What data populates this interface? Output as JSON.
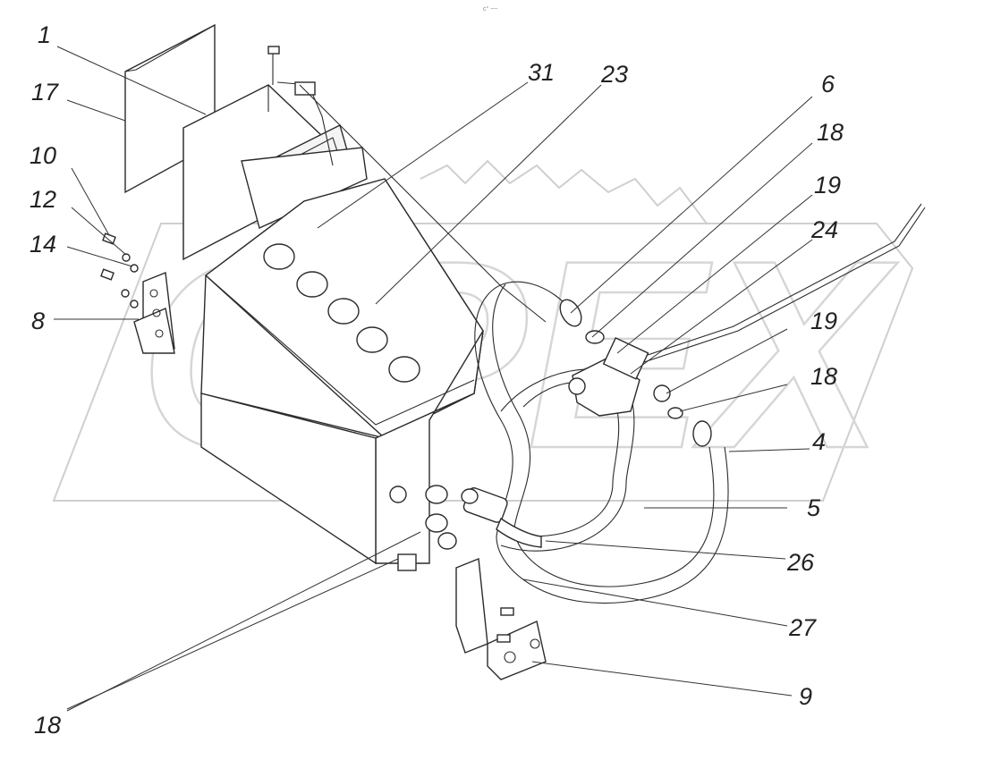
{
  "header_mark": "с° ~~",
  "watermark": {
    "text": "OPEX",
    "color": "#d6d6d6"
  },
  "callouts": [
    {
      "id": "c1",
      "label": "1"
    },
    {
      "id": "c17",
      "label": "17"
    },
    {
      "id": "c10",
      "label": "10"
    },
    {
      "id": "c12",
      "label": "12"
    },
    {
      "id": "c14",
      "label": "14"
    },
    {
      "id": "c8",
      "label": "8"
    },
    {
      "id": "c31",
      "label": "31"
    },
    {
      "id": "c23",
      "label": "23"
    },
    {
      "id": "c6",
      "label": "6"
    },
    {
      "id": "c18a",
      "label": "18"
    },
    {
      "id": "c19a",
      "label": "19"
    },
    {
      "id": "c24",
      "label": "24"
    },
    {
      "id": "c19b",
      "label": "19"
    },
    {
      "id": "c18b",
      "label": "18"
    },
    {
      "id": "c4",
      "label": "4"
    },
    {
      "id": "c5",
      "label": "5"
    },
    {
      "id": "c26",
      "label": "26"
    },
    {
      "id": "c27",
      "label": "27"
    },
    {
      "id": "c9",
      "label": "9"
    },
    {
      "id": "c18c",
      "label": "18"
    }
  ]
}
